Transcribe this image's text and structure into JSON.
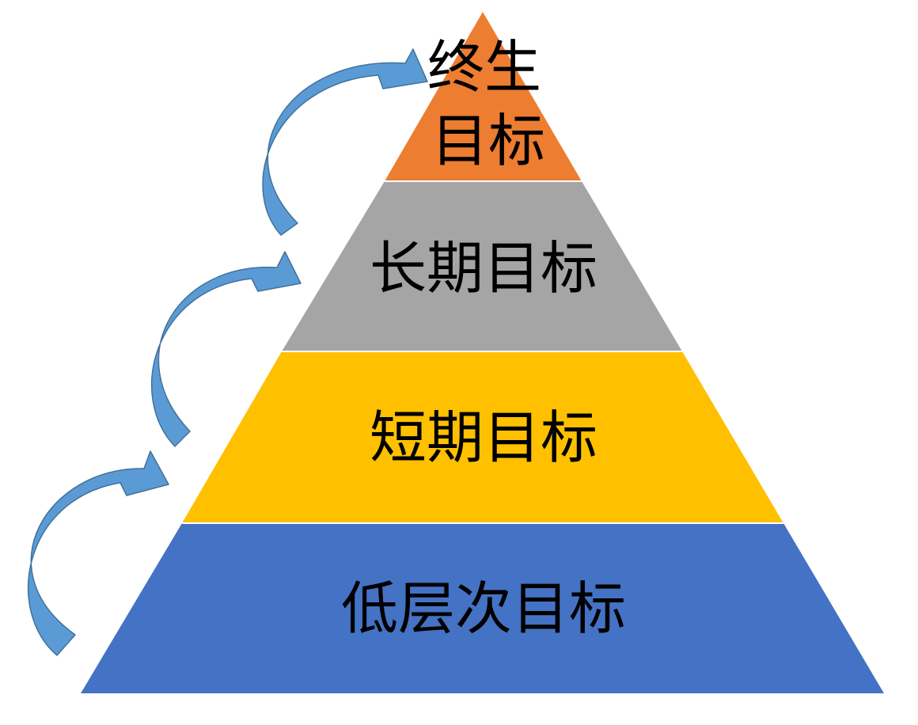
{
  "pyramid": {
    "levels": [
      {
        "id": "lifetime",
        "lines": [
          "终生",
          "目标"
        ],
        "color": "#ED7D31"
      },
      {
        "id": "long-term",
        "lines": [
          "长期目标"
        ],
        "color": "#A5A5A5"
      },
      {
        "id": "short-term",
        "lines": [
          "短期目标"
        ],
        "color": "#FFC000"
      },
      {
        "id": "low-level",
        "lines": [
          "低层次目标"
        ],
        "color": "#4472C4"
      }
    ]
  },
  "arrows": {
    "color": "#5B9BD5",
    "outline": "#41719C",
    "icon": "curved-up-arrow-icon",
    "count": 3
  },
  "separator_color": "#FFFFFF"
}
